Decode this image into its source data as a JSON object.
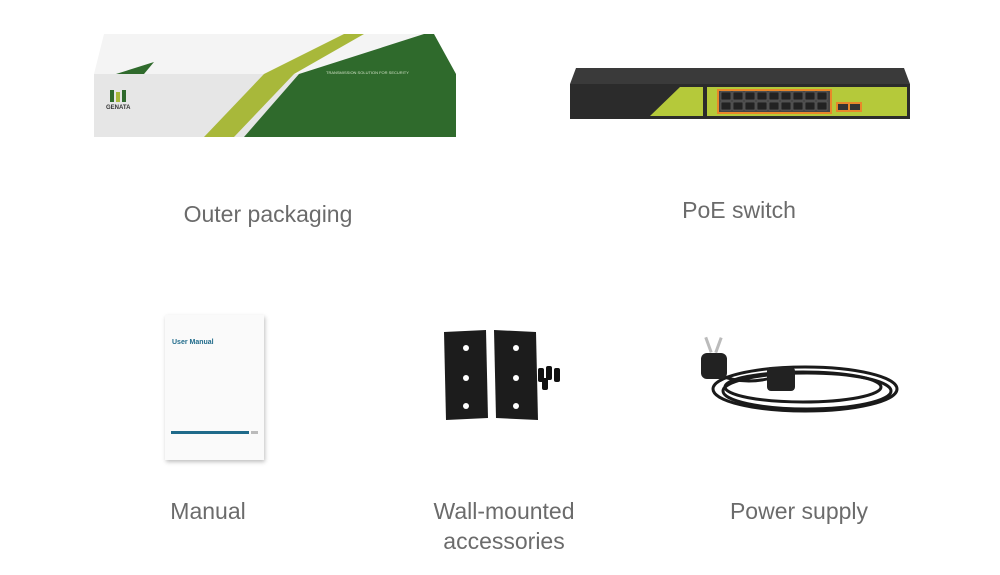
{
  "items": [
    {
      "id": "outer-packaging",
      "label": "Outer packaging",
      "brand": "GENATA",
      "box_text": "TRANSMISSION SOLUTION FOR SECURITY"
    },
    {
      "id": "poe-switch",
      "label": "PoE switch"
    },
    {
      "id": "manual",
      "label": "Manual",
      "cover_title": "User Manual"
    },
    {
      "id": "wall-mount",
      "label_line1": "Wall-mounted",
      "label_line2": "accessories"
    },
    {
      "id": "power-supply",
      "label": "Power supply"
    }
  ],
  "colors": {
    "label": "#6b6b6b",
    "box_green": "#2f6a2c",
    "box_lime": "#a8b83a",
    "manual_blue": "#1f6a8a",
    "switch_body": "#2b2b2b",
    "switch_panel": "#b5c93a",
    "port_frame": "#e8872a"
  }
}
